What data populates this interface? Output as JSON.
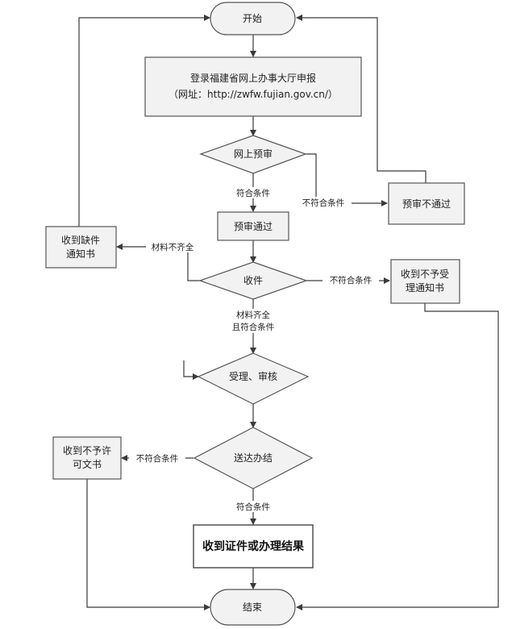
{
  "nodes": {
    "start": "开始",
    "login_line1": "登录福建省网上办事大厅申报",
    "login_line2": "（网址：http://zwfw.fujian.gov.cn/）",
    "online_review": "网上预审",
    "review_fail_box": "预审不通过",
    "prereview_pass": "预审通过",
    "missing_notice_line1": "收到缺件",
    "missing_notice_line2": "通知书",
    "receive": "收件",
    "reject_accept_line1": "收到不予受",
    "reject_accept_line2": "理通知书",
    "accept_review": "受理、审核",
    "deliver": "送达办结",
    "reject_permit_line1": "收到不予许",
    "reject_permit_line2": "可文书",
    "result": "收到证件或办理结果",
    "end": "结束"
  },
  "edge_labels": {
    "review_ok": "符合条件",
    "review_fail": "不符合条件",
    "materials_incomplete": "材料不齐全",
    "receive_fail": "不符合条件",
    "materials_ok_line1": "材料齐全",
    "materials_ok_line2": "且符合条件",
    "deliver_fail": "不符合条件",
    "deliver_ok": "符合条件"
  }
}
